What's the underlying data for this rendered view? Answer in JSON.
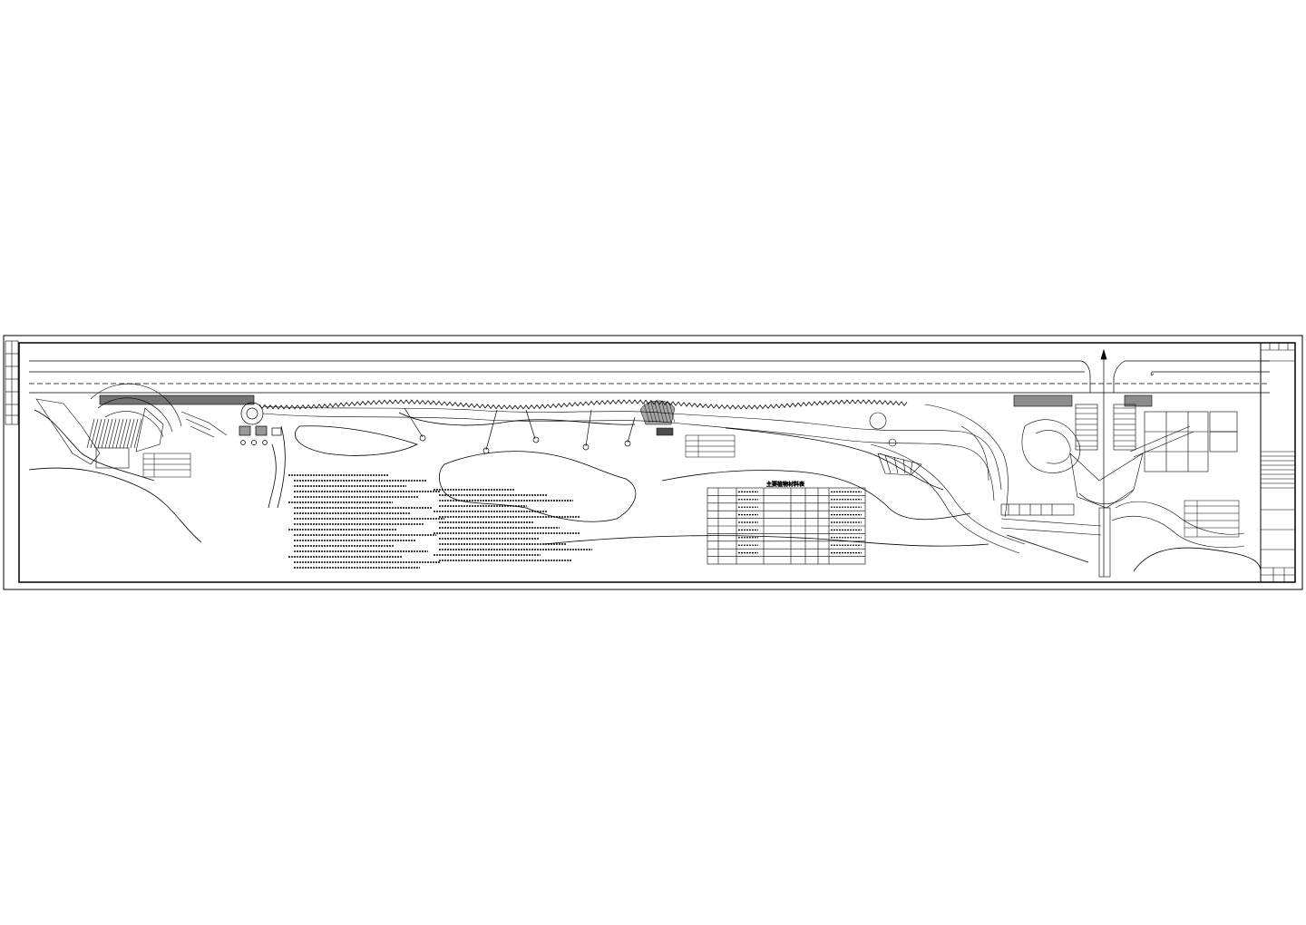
{
  "drawing": {
    "title_block_rows": 8,
    "plant_table_title": "主要植物材料表",
    "plant_table_rows": 10,
    "notes_columns": 2,
    "left_notes_lines": 18,
    "right_notes_lines": 14,
    "detail_labels": [
      "",
      "",
      "",
      "",
      ""
    ],
    "line_color": "#000000",
    "paper_color": "#ffffff"
  }
}
